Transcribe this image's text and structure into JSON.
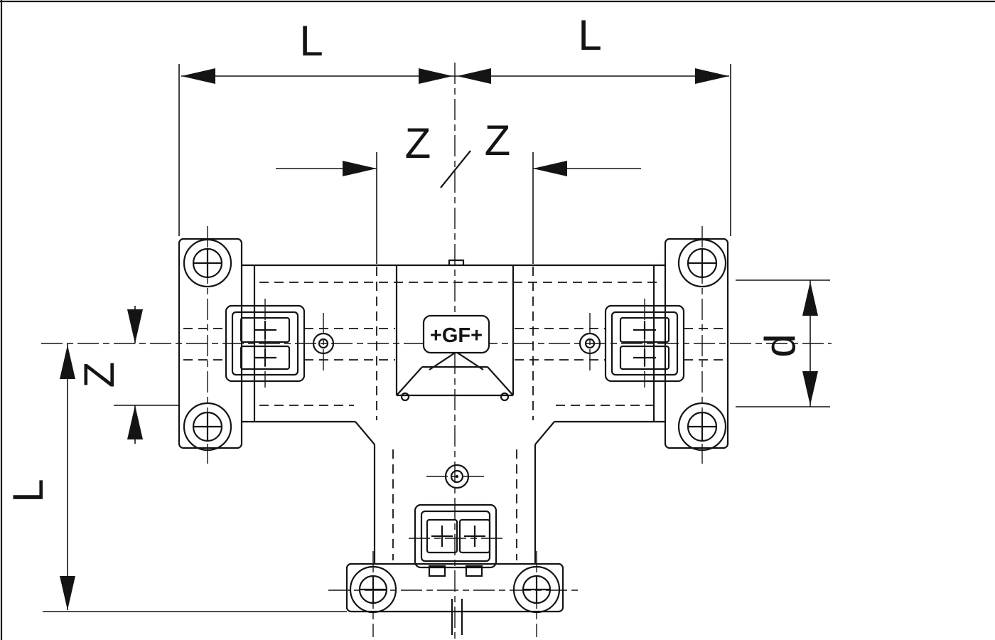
{
  "drawing": {
    "title": "tee-fitting-technical-drawing",
    "brand_label": "+GF+",
    "dimensions": {
      "top_left_length": "L",
      "top_right_length": "L",
      "center_left_offset": "Z",
      "center_right_offset": "Z",
      "side_vertical_offset": "Z",
      "side_vertical_length": "L",
      "socket_diameter": "d"
    },
    "colors": {
      "line": "#141414",
      "background": "#ffffff"
    }
  }
}
